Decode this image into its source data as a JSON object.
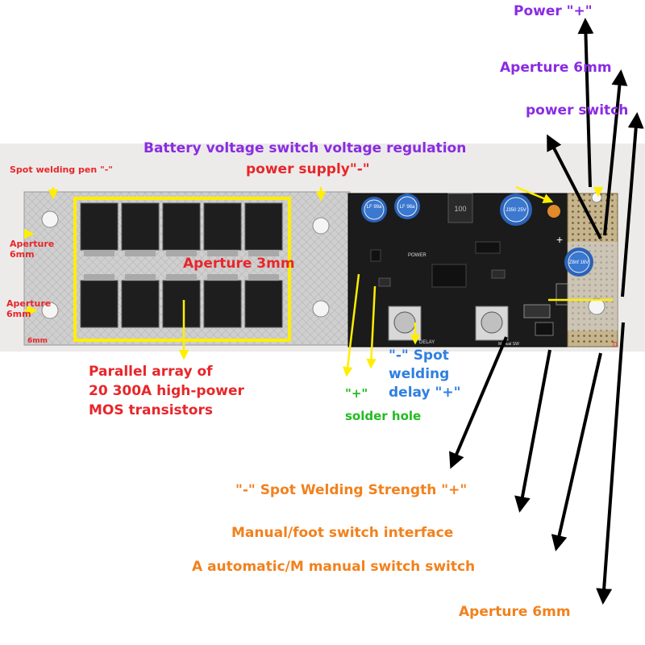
{
  "labels": {
    "power_plus": "Power \"+\"",
    "aperture_6mm_top": "Aperture 6mm",
    "power_switch": "power switch",
    "battery_voltage": "Battery voltage switch voltage regulation",
    "power_supply_minus": "power supply\"-\"",
    "spot_pen_minus": "Spot welding pen \"-\"",
    "aperture_6mm_left1": "Aperture\n6mm",
    "aperture_6mm_left2": "Aperture\n6mm",
    "small_6mm": "6mm",
    "aperture_3mm": "Aperture 3mm",
    "parallel_array": "Parallel array of\n20 300A high-power\nMOS transistors",
    "plus_quote": "\"+\"",
    "solder_hole": "solder hole",
    "spot_welding_delay": "\"-\" Spot\nwelding\ndelay \"+\"",
    "spot_welding_strength": "\"-\" Spot Welding Strength \"+\"",
    "manual_foot_switch": "Manual/foot switch interface",
    "auto_manual_switch": "A automatic/M manual switch switch",
    "aperture_6mm_bottom": "Aperture 6mm"
  },
  "board_text": {
    "cap1": "LF\n99a",
    "cap2": "LF\n98a",
    "inductor": "100",
    "cap_big": "J350\n25V",
    "cap_right": "Z8nf\n16V",
    "silk_power": "POWER",
    "silk_delay": "DELAY",
    "silk_manual": "Manual SW",
    "silk_d": "D",
    "silk_plus": "+"
  },
  "colors": {
    "label_purple": "#8a2be2",
    "label_orange": "#f2811d",
    "label_red": "#e8262a",
    "label_blue": "#2f7fe0",
    "label_green": "#22bb22",
    "highlight_yellow": "#ffee00",
    "pcb_black": "#1a1a1a",
    "copper_silver": "#c9c9c9"
  }
}
